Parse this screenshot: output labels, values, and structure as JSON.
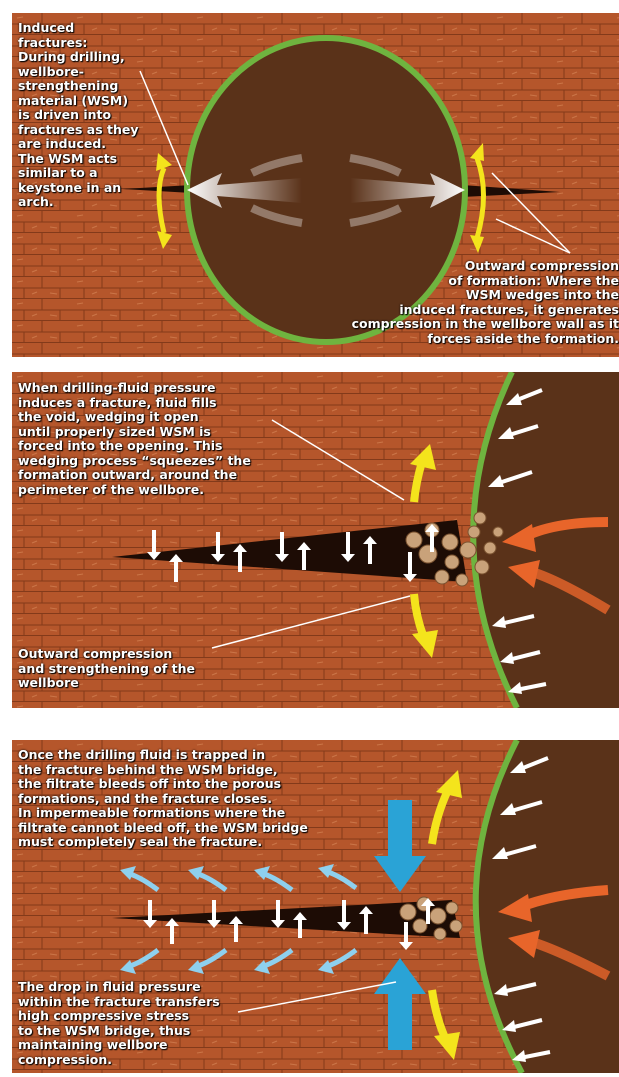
{
  "panel1": {
    "caption_left": [
      "Induced",
      "fractures:",
      "During drilling,",
      "wellbore-",
      "strengthening",
      "material (WSM)",
      "is driven into",
      "fractures as they",
      "are induced.",
      "The WSM acts",
      "similar to a",
      "keystone in an",
      "arch."
    ],
    "caption_right": [
      "Outward compression",
      "of formation: Where the",
      "WSM wedges into the",
      "induced fractures, it generates",
      "compression in the wellbore wall as it",
      "forces aside the formation."
    ]
  },
  "panel2": {
    "caption_top": [
      "When drilling-fluid pressure",
      "induces a fracture, fluid fills",
      "the void, wedging it open",
      "until properly sized WSM is",
      "forced into the opening. This",
      "wedging process “squeezes” the",
      "formation outward, around the",
      "perimeter of the wellbore."
    ],
    "caption_bottom": [
      "Outward compression",
      "and strengthening of the",
      "wellbore"
    ]
  },
  "panel3": {
    "caption_top": [
      "Once the drilling fluid is trapped in",
      "the fracture behind the WSM bridge,",
      "the filtrate bleeds off into the porous",
      "formations, and the fracture closes.",
      "In impermeable formations where the",
      "filtrate cannot bleed off, the WSM bridge",
      "must completely seal the fracture."
    ],
    "caption_bottom": [
      "The drop in fluid pressure",
      "within the fracture transfers",
      "high compressive stress",
      "to the WSM bridge, thus",
      "maintaining wellbore",
      "compression."
    ]
  },
  "colors": {
    "formation": "#b5562b",
    "wellbore_fill": "#5a3219",
    "wellbore_wall": "#6fb43f",
    "compression_arrow": "#f4e41c",
    "stress_arrow": "#2aa3d6",
    "outward_arrow": "#e8652a",
    "filtrate_arrow": "#8ed0ee"
  }
}
